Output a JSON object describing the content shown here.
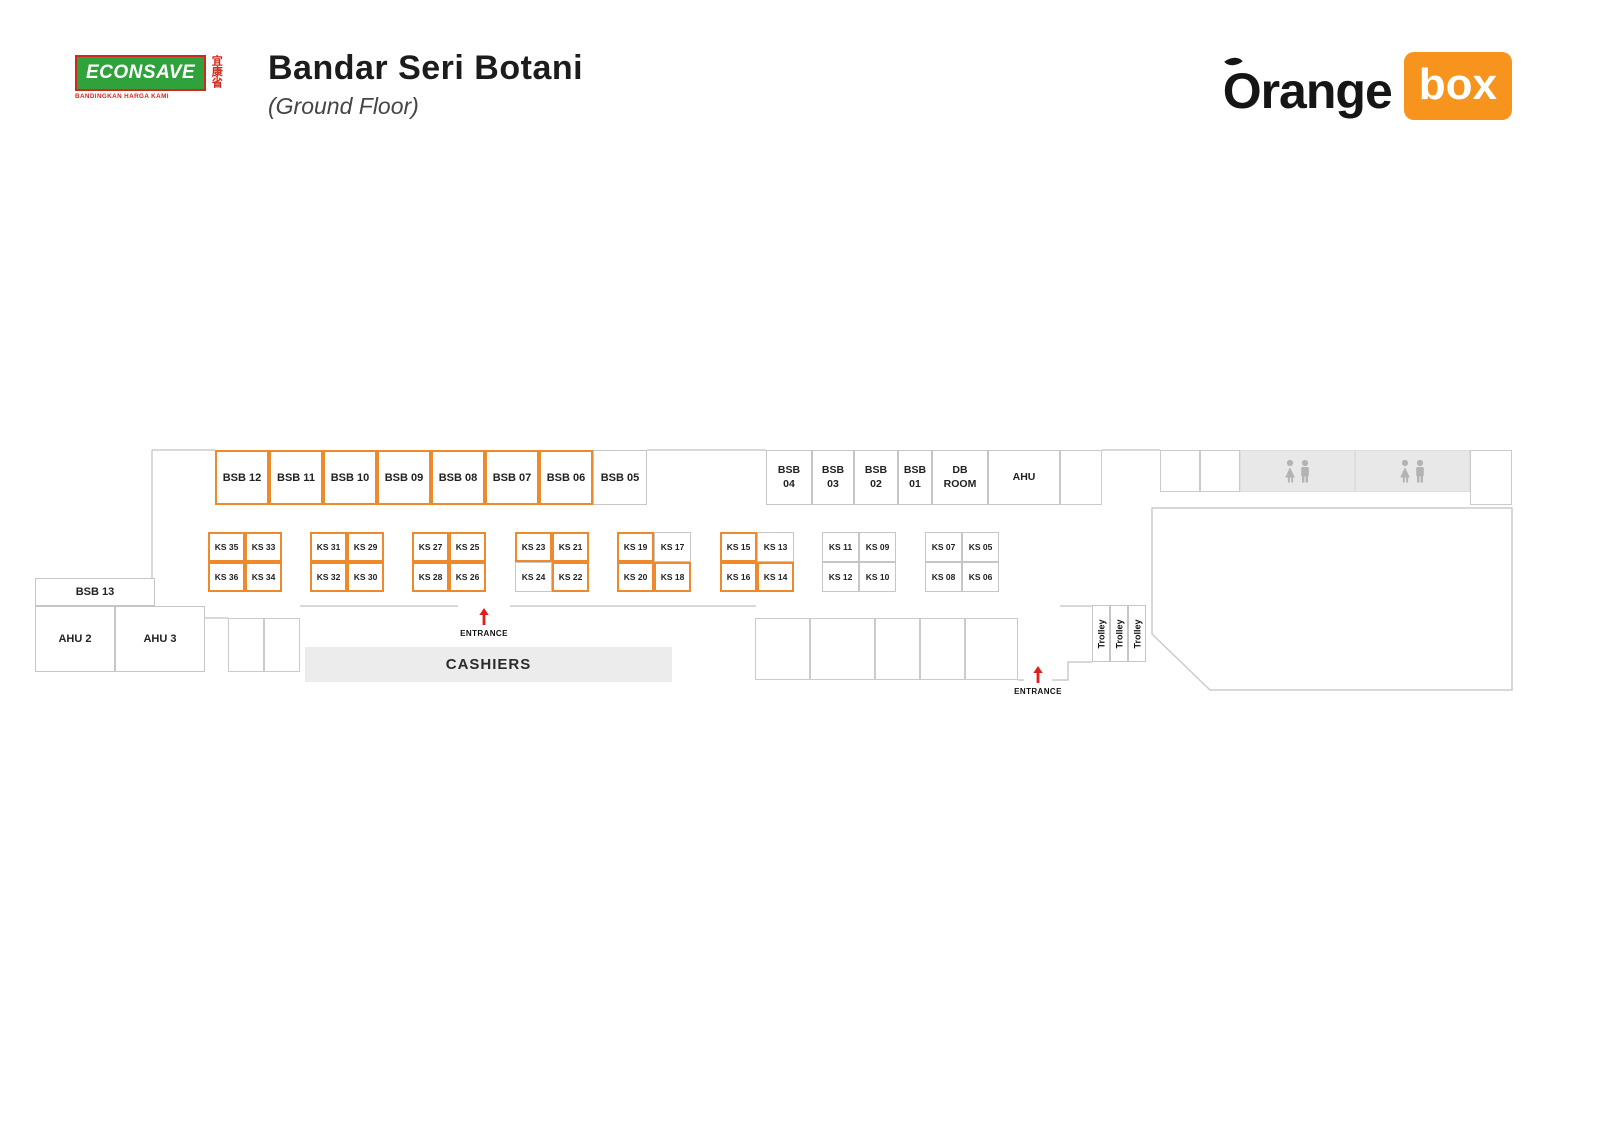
{
  "page": {
    "title": "Bandar Seri Botani",
    "subtitle": "(Ground Floor)"
  },
  "brand_left": {
    "name": "ECONSAVE",
    "tagline": "BANDINGKAN HARGA KAMI",
    "cjk": "宜康省"
  },
  "brand_right": {
    "word": "Orange",
    "box_word": "box"
  },
  "colors": {
    "highlight_orange": "#EE8A2E",
    "brand_orange": "#F7941D",
    "entrance_red": "#E01F1B",
    "econsave_green": "#2FA23C",
    "econsave_red": "#D4281C",
    "wall_gray": "#CCCCCC"
  },
  "floorplan": {
    "top_row": [
      {
        "label": "BSB 12",
        "highlight": true
      },
      {
        "label": "BSB 11",
        "highlight": true
      },
      {
        "label": "BSB 10",
        "highlight": true
      },
      {
        "label": "BSB 09",
        "highlight": true
      },
      {
        "label": "BSB 08",
        "highlight": true
      },
      {
        "label": "BSB 07",
        "highlight": true
      },
      {
        "label": "BSB 06",
        "highlight": true
      },
      {
        "label": "BSB 05",
        "highlight": false
      }
    ],
    "service_row": [
      {
        "label": "BSB 04"
      },
      {
        "label": "BSB 03"
      },
      {
        "label": "BSB 02"
      },
      {
        "label": "BSB 01"
      },
      {
        "label": "DB ROOM"
      },
      {
        "label": "AHU"
      }
    ],
    "kiosk_groups": [
      {
        "cells": [
          {
            "label": "KS 35",
            "highlight": true
          },
          {
            "label": "KS 33",
            "highlight": true
          },
          {
            "label": "KS 36",
            "highlight": true
          },
          {
            "label": "KS 34",
            "highlight": true
          }
        ]
      },
      {
        "cells": [
          {
            "label": "KS 31",
            "highlight": true
          },
          {
            "label": "KS 29",
            "highlight": true
          },
          {
            "label": "KS 32",
            "highlight": true
          },
          {
            "label": "KS 30",
            "highlight": true
          }
        ]
      },
      {
        "cells": [
          {
            "label": "KS 27",
            "highlight": true
          },
          {
            "label": "KS 25",
            "highlight": true
          },
          {
            "label": "KS 28",
            "highlight": true
          },
          {
            "label": "KS 26",
            "highlight": true
          }
        ]
      },
      {
        "cells": [
          {
            "label": "KS 23",
            "highlight": true
          },
          {
            "label": "KS 21",
            "highlight": true
          },
          {
            "label": "KS 24",
            "highlight": false
          },
          {
            "label": "KS 22",
            "highlight": true
          }
        ]
      },
      {
        "cells": [
          {
            "label": "KS 19",
            "highlight": true
          },
          {
            "label": "KS 17",
            "highlight": false
          },
          {
            "label": "KS 20",
            "highlight": true
          },
          {
            "label": "KS 18",
            "highlight": true
          }
        ]
      },
      {
        "cells": [
          {
            "label": "KS 15",
            "highlight": true
          },
          {
            "label": "KS 13",
            "highlight": false
          },
          {
            "label": "KS 16",
            "highlight": true
          },
          {
            "label": "KS 14",
            "highlight": true
          }
        ]
      },
      {
        "cells": [
          {
            "label": "KS 11",
            "highlight": false
          },
          {
            "label": "KS 09",
            "highlight": false
          },
          {
            "label": "KS 12",
            "highlight": false
          },
          {
            "label": "KS 10",
            "highlight": false
          }
        ]
      },
      {
        "cells": [
          {
            "label": "KS 07",
            "highlight": false
          },
          {
            "label": "KS 05",
            "highlight": false
          },
          {
            "label": "KS 08",
            "highlight": false
          },
          {
            "label": "KS 06",
            "highlight": false
          }
        ]
      }
    ],
    "left_units": [
      {
        "label": "BSB 13"
      },
      {
        "label": "AHU 2"
      },
      {
        "label": "AHU 3"
      }
    ],
    "cashiers_label": "CASHIERS",
    "entrance_label": "ENTRANCE",
    "trolley_label": "Trolley",
    "trolley_count": 3,
    "restroom_count": 2
  }
}
